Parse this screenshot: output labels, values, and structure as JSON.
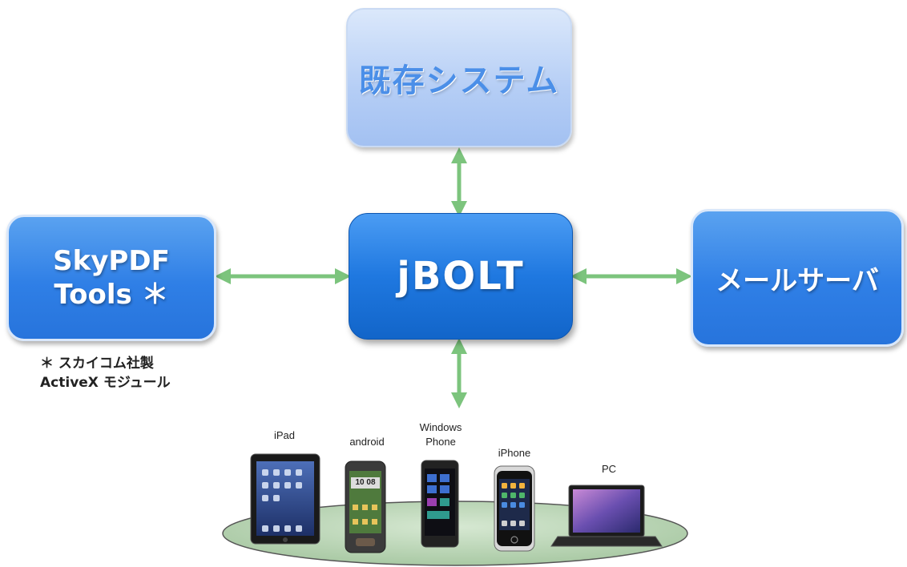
{
  "nodes": {
    "legacy": {
      "label": "既存システム"
    },
    "core": {
      "label": "jBOLT"
    },
    "skypdf": {
      "line1": "SkyPDF",
      "line2": "Tools ＊"
    },
    "mail": {
      "label": "メールサーバ"
    }
  },
  "footnote": {
    "line1": "＊ スカイコム社製",
    "line2": "ActiveX モジュール"
  },
  "devices": {
    "ipad": "iPad",
    "android": "android",
    "winphone_line1": "Windows",
    "winphone_line2": "Phone",
    "iphone": "iPhone",
    "pc": "PC",
    "android_clock": "10 08"
  },
  "colors": {
    "arrow": "#7cc47d",
    "platform": "#b9d4b6",
    "box_blue": "#2f7fe6",
    "box_light": "#b4cdf5"
  }
}
